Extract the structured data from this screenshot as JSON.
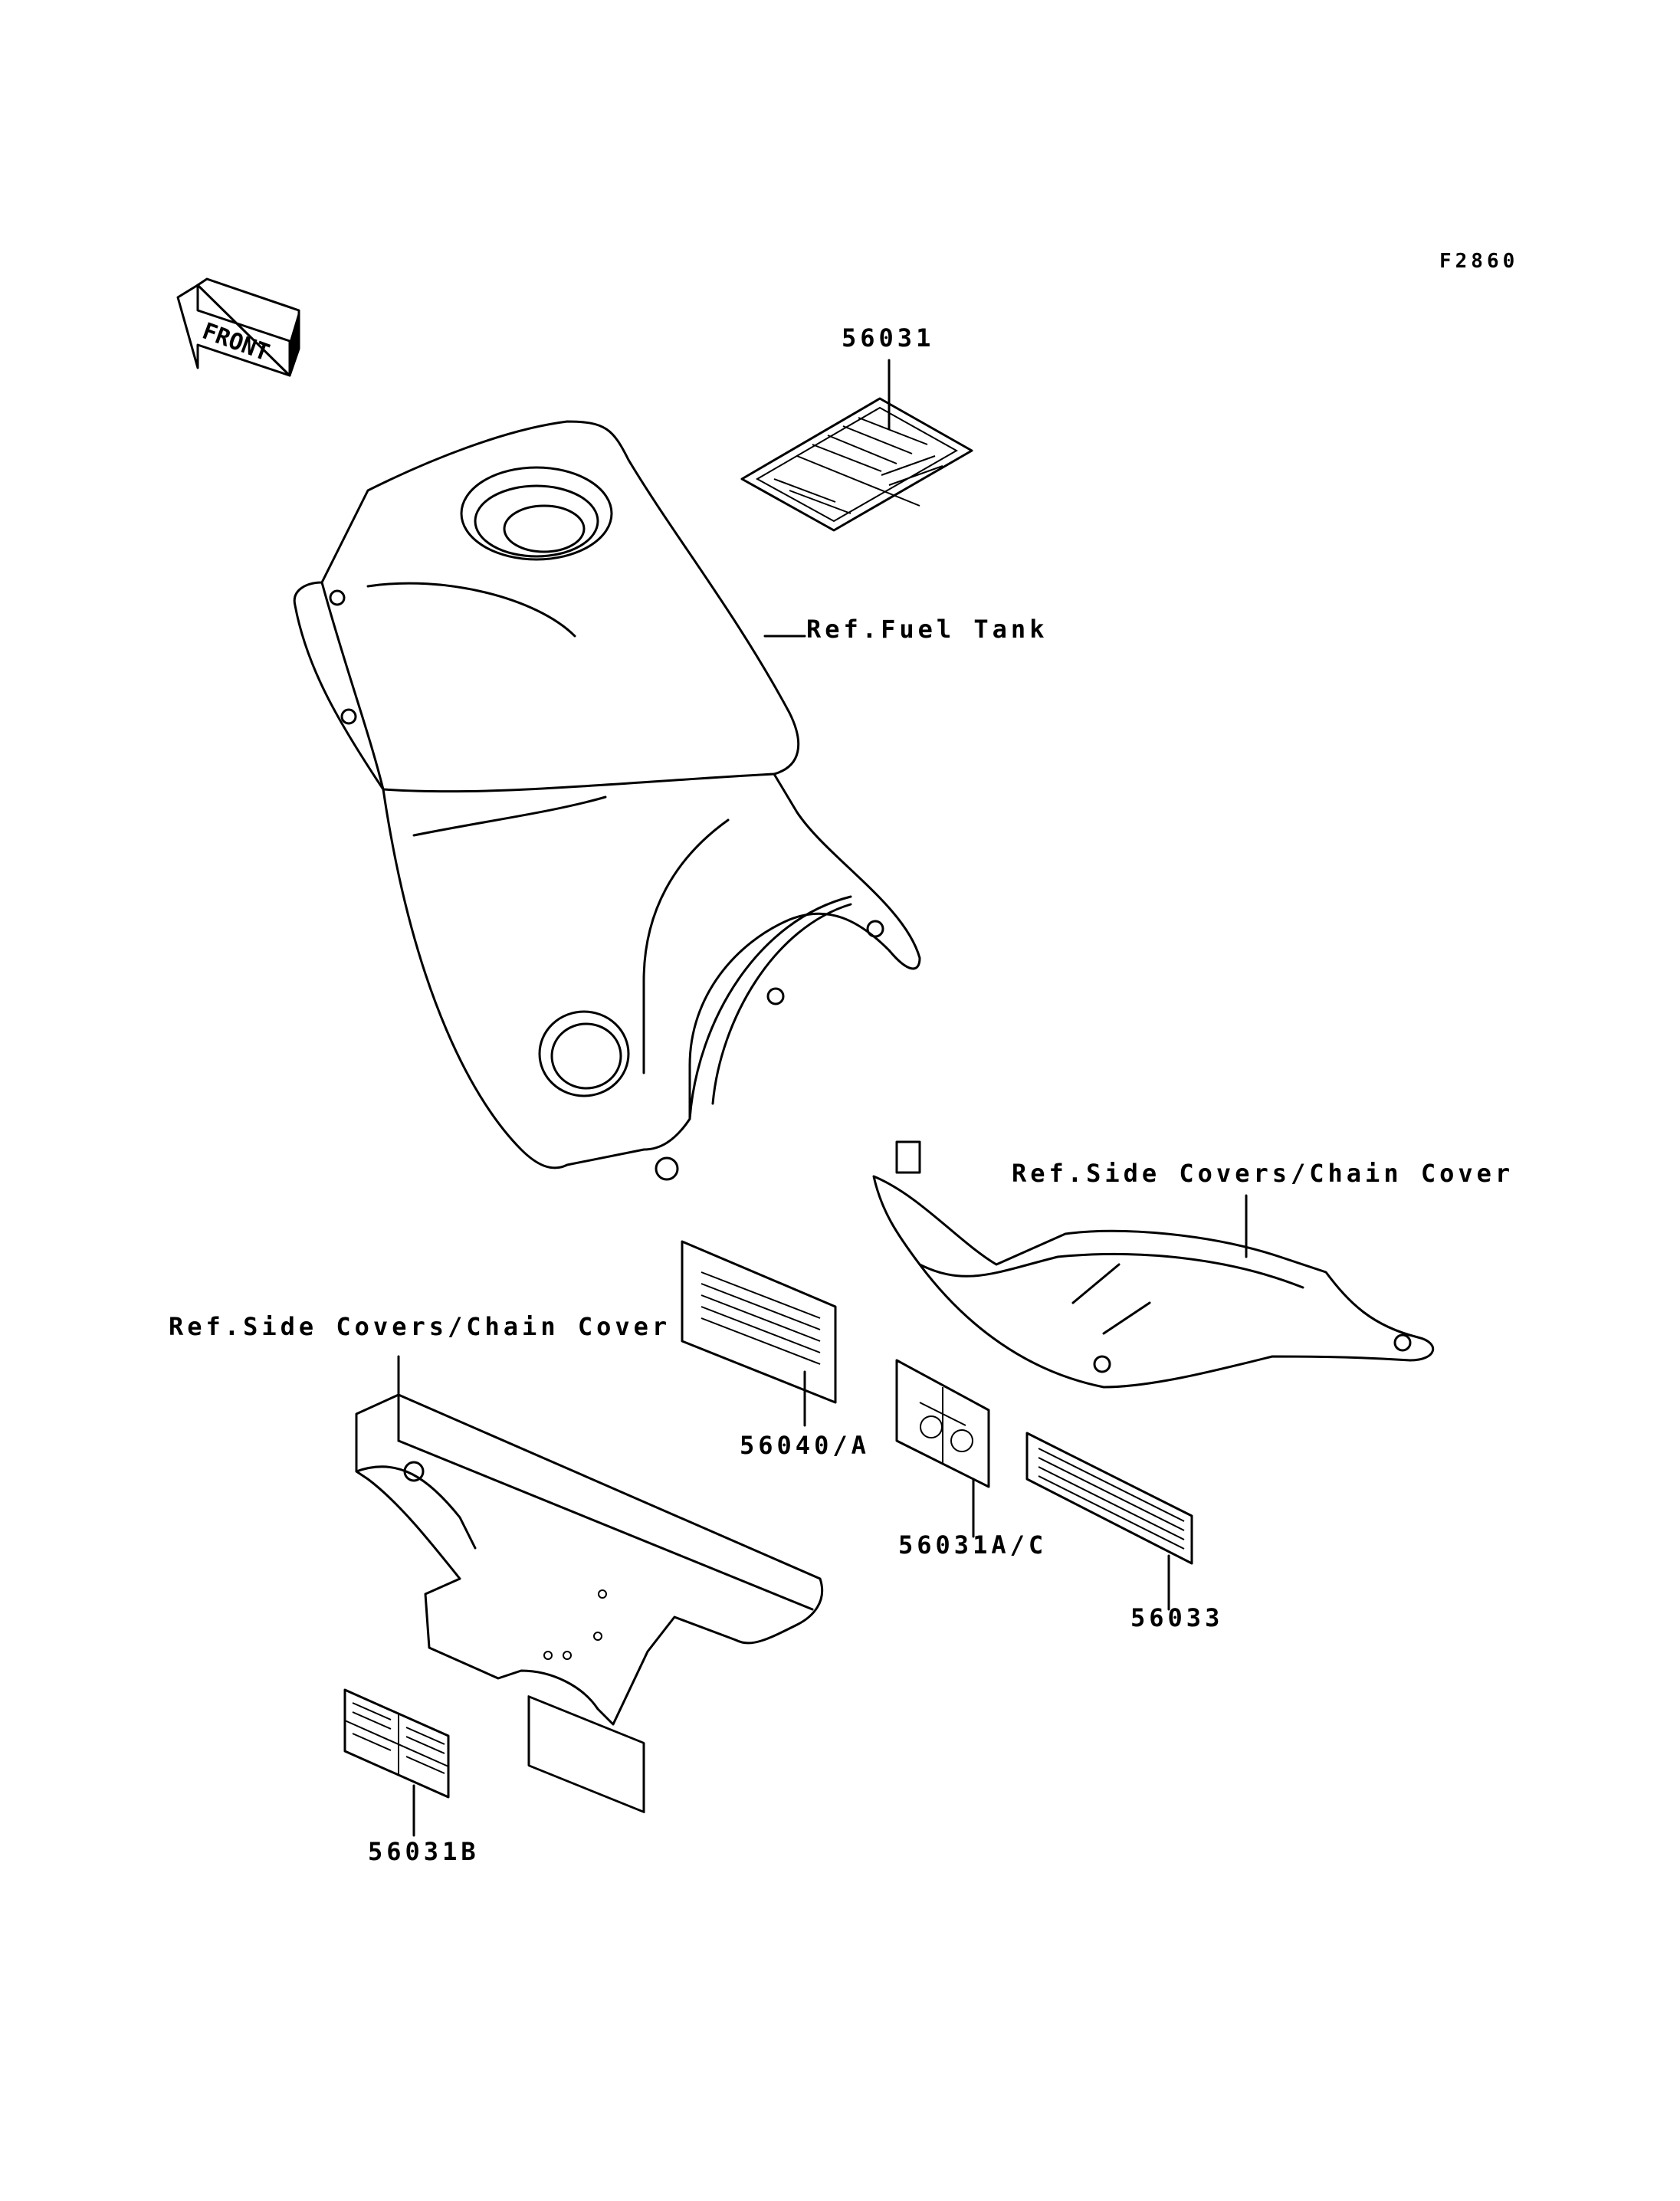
{
  "diagram": {
    "figure_code": "F2860",
    "front_label": "FRONT",
    "labels": {
      "part_56031": "56031",
      "ref_fuel_tank": "Ref.Fuel Tank",
      "ref_side_covers_right": "Ref.Side Covers/Chain Cover",
      "ref_side_covers_left": "Ref.Side Covers/Chain Cover",
      "part_56040": "56040/A",
      "part_56031ac": "56031A/C",
      "part_56033": "56033",
      "part_56031b": "56031B"
    }
  }
}
